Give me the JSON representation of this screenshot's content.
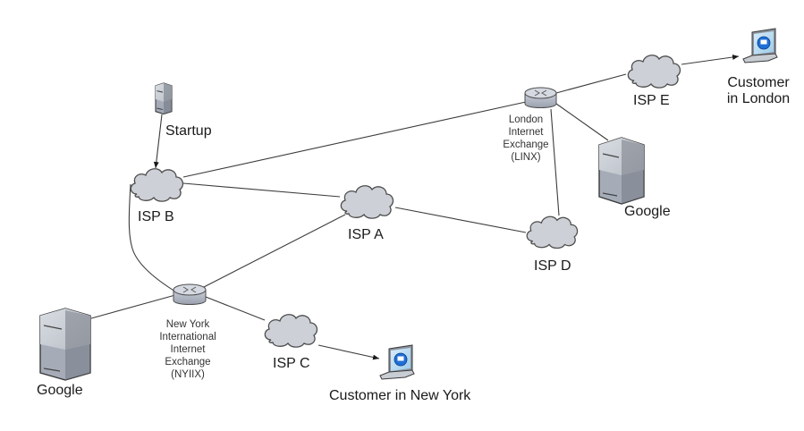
{
  "diagram": {
    "title": "Internet exchange and ISP interconnection diagram",
    "nodes": {
      "startup": {
        "label": "Startup",
        "kind": "server",
        "icon": "server-icon"
      },
      "isp_b": {
        "label": "ISP B",
        "kind": "cloud",
        "icon": "cloud-icon"
      },
      "isp_a": {
        "label": "ISP A",
        "kind": "cloud",
        "icon": "cloud-icon"
      },
      "isp_c": {
        "label": "ISP C",
        "kind": "cloud",
        "icon": "cloud-icon"
      },
      "isp_d": {
        "label": "ISP D",
        "kind": "cloud",
        "icon": "cloud-icon"
      },
      "isp_e": {
        "label": "ISP E",
        "kind": "cloud",
        "icon": "cloud-icon"
      },
      "linx": {
        "label": "London\nInternet\nExchange\n(LINX)",
        "kind": "router",
        "icon": "router-icon"
      },
      "nyiix": {
        "label": "New York\nInternational\nInternet\nExchange\n(NYIIX)",
        "kind": "router",
        "icon": "router-icon"
      },
      "google_london": {
        "label": "Google",
        "kind": "server",
        "icon": "server-icon"
      },
      "google_ny": {
        "label": "Google",
        "kind": "server",
        "icon": "server-icon"
      },
      "customer_london": {
        "label": "Customer\nin London",
        "kind": "laptop",
        "icon": "laptop-icon"
      },
      "customer_ny": {
        "label": "Customer in New York",
        "kind": "laptop",
        "icon": "laptop-icon"
      }
    },
    "edges": [
      {
        "from": "startup",
        "to": "isp_b",
        "arrow": true
      },
      {
        "from": "isp_b",
        "to": "linx",
        "arrow": false
      },
      {
        "from": "isp_b",
        "to": "isp_a",
        "arrow": false
      },
      {
        "from": "isp_b",
        "to": "nyiix",
        "arrow": false
      },
      {
        "from": "isp_a",
        "to": "isp_d",
        "arrow": false
      },
      {
        "from": "isp_a",
        "to": "nyiix",
        "arrow": false
      },
      {
        "from": "linx",
        "to": "isp_e",
        "arrow": false
      },
      {
        "from": "linx",
        "to": "isp_d",
        "arrow": false
      },
      {
        "from": "linx",
        "to": "google_london",
        "arrow": false
      },
      {
        "from": "isp_e",
        "to": "customer_london",
        "arrow": true
      },
      {
        "from": "nyiix",
        "to": "google_ny",
        "arrow": false
      },
      {
        "from": "nyiix",
        "to": "isp_c",
        "arrow": false
      },
      {
        "from": "isp_c",
        "to": "customer_ny",
        "arrow": true
      }
    ],
    "colors": {
      "line": "#3c3c3c",
      "cloud_fill": "#cdd0d6",
      "device_gray": "#9ea4ae",
      "screen_blue": "#1f6fd6"
    }
  }
}
